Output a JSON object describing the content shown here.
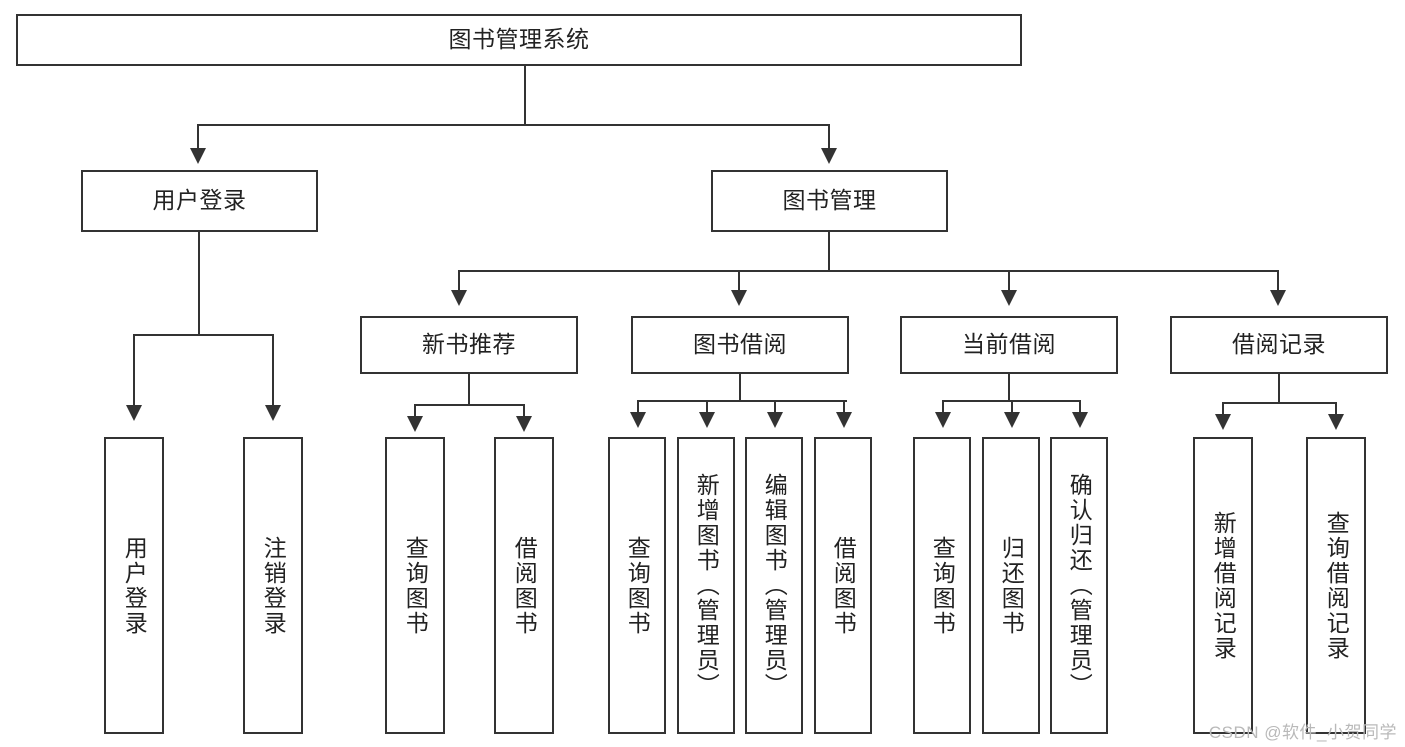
{
  "diagram": {
    "title": "图书管理系统",
    "root": {
      "label": "图书管理系统"
    },
    "level2": [
      {
        "label": "用户登录"
      },
      {
        "label": "图书管理"
      }
    ],
    "level3": [
      {
        "label": "新书推荐"
      },
      {
        "label": "图书借阅"
      },
      {
        "label": "当前借阅"
      },
      {
        "label": "借阅记录"
      }
    ],
    "leaves": {
      "user_login": [
        {
          "label": "用户登录"
        },
        {
          "label": "注销登录"
        }
      ],
      "new_book_recommend": [
        {
          "label": "查询图书"
        },
        {
          "label": "借阅图书"
        }
      ],
      "book_borrow": [
        {
          "label": "查询图书"
        },
        {
          "label": "新增图书（管理员）"
        },
        {
          "label": "编辑图书（管理员）"
        },
        {
          "label": "借阅图书"
        }
      ],
      "current_borrow": [
        {
          "label": "查询图书"
        },
        {
          "label": "归还图书"
        },
        {
          "label": "确认归还（管理员）"
        }
      ],
      "borrow_record": [
        {
          "label": "新增借阅记录"
        },
        {
          "label": "查询借阅记录"
        }
      ]
    }
  },
  "watermark": {
    "text": "CSDN @软件_小贺同学"
  },
  "colors": {
    "line": "#333333",
    "text": "#222222",
    "background": "#ffffff",
    "watermark": "#b9b9b9"
  }
}
